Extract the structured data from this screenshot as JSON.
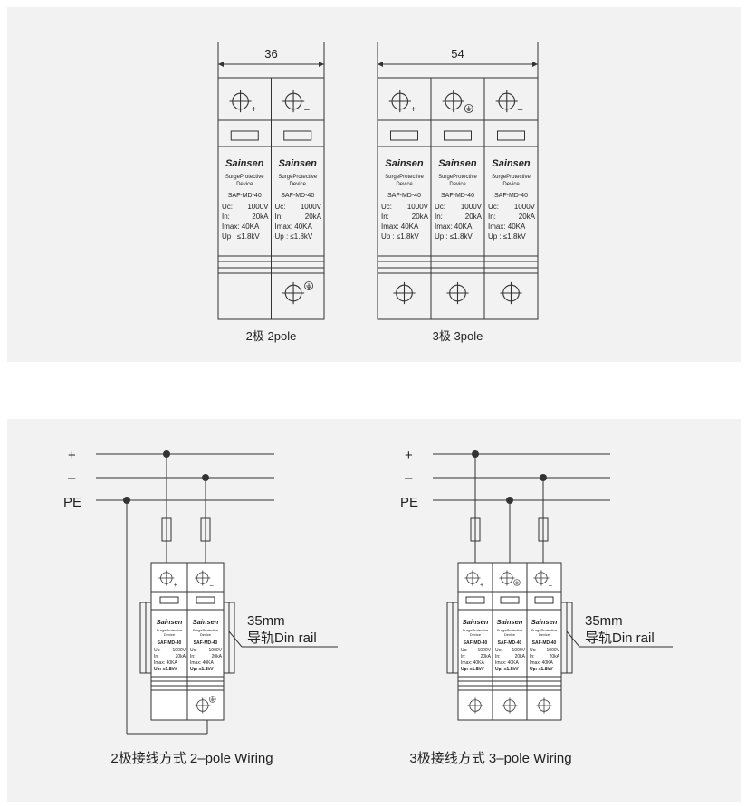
{
  "dimensions": {
    "two_pole_width": "36",
    "three_pole_width": "54"
  },
  "captions": {
    "two_pole": "2极 2pole",
    "three_pole": "3极 3pole",
    "two_pole_wiring": "2极接线方式 2–pole Wiring",
    "three_pole_wiring": "3极接线方式 3–pole Wiring"
  },
  "module": {
    "brand": "Sainsen",
    "desc_line1": "SurgeProtective",
    "desc_line2": "Device",
    "model": "SAF-MD-40",
    "uc_label": "Uc:",
    "uc_value": "1000V",
    "in_label": "In:",
    "in_value": "20kA",
    "imax": "Imax: 40KA",
    "up": "Up : ≤1.8kV",
    "small_up": "Up: ≤1.8kV"
  },
  "terminal_marks": {
    "plus": "+",
    "minus": "–"
  },
  "wiring": {
    "line_plus": "+",
    "line_minus": "–",
    "line_pe": "PE",
    "rail_label_line1": "35mm",
    "rail_label_line2": "导轨Din rail"
  },
  "colors": {
    "stroke": "#333333",
    "panel_bg": "#f2f2f2",
    "module_fill": "#ffffff"
  }
}
